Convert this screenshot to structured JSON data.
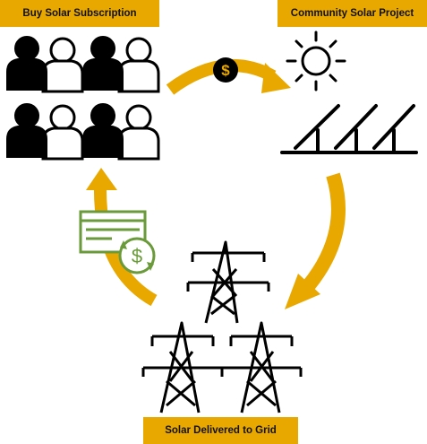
{
  "labels": {
    "subscription": "Buy Solar Subscription",
    "project": "Community Solar Project",
    "grid": "Solar Delivered to Grid"
  },
  "icons": {
    "subscribers": "people-group-icon",
    "payment": "dollar-coin-icon",
    "sun": "sun-icon",
    "panels": "solar-panels-icon",
    "grid": "transmission-towers-icon",
    "credit": "bill-credit-icon"
  },
  "colors": {
    "accent": "#e8a800",
    "credit": "#6a9a3a",
    "ink": "#000000"
  },
  "coin_symbol": "$"
}
